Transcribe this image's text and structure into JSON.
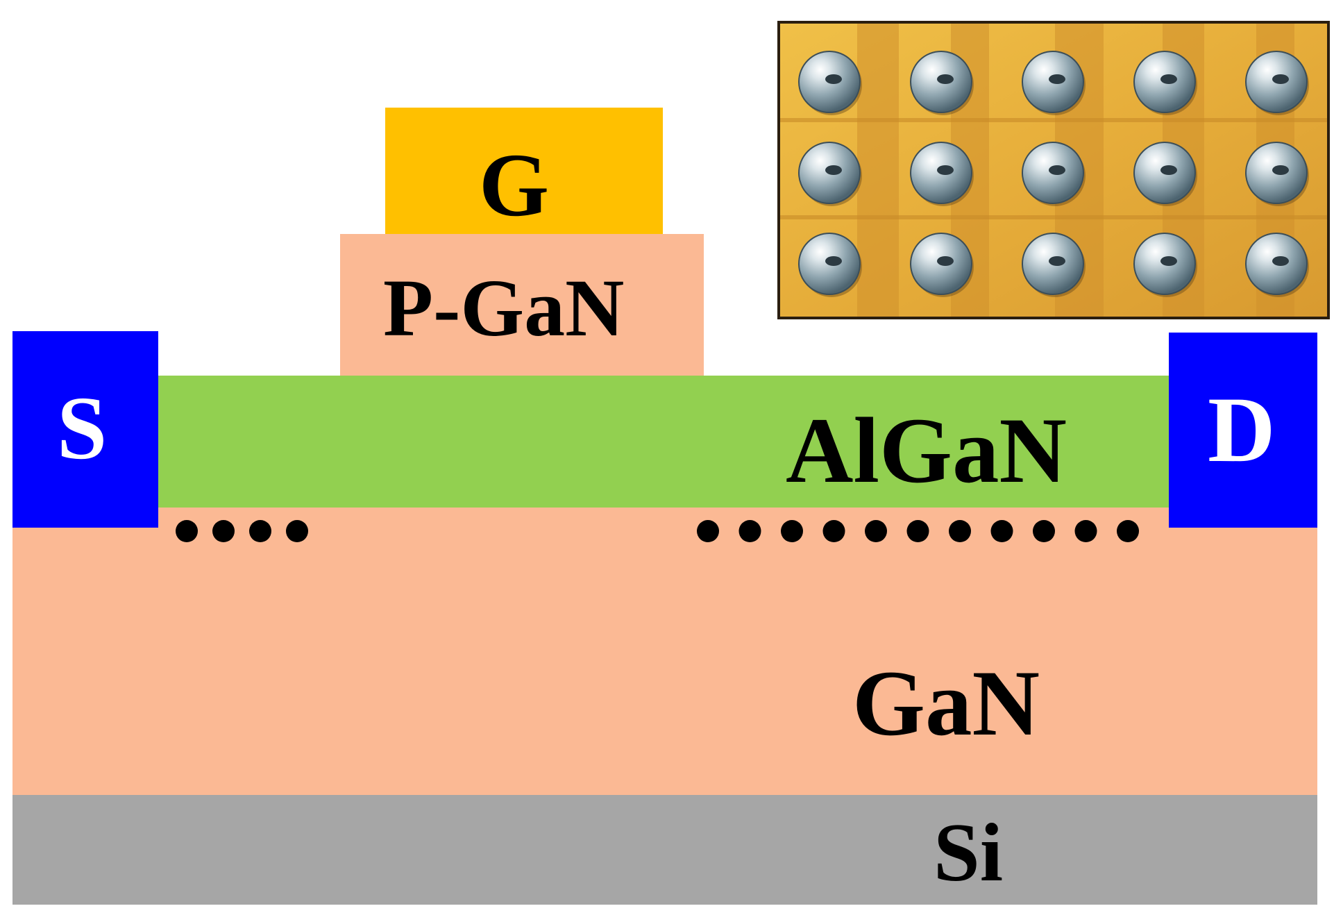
{
  "diagram": {
    "layers": {
      "si": {
        "label": "Si",
        "color": "#a6a6a6"
      },
      "gan": {
        "label": "GaN",
        "color": "#fbb994"
      },
      "algan": {
        "label": "AlGaN",
        "color": "#92d050"
      },
      "pgan": {
        "label": "P-GaN",
        "color": "#fbb994"
      },
      "gate": {
        "label": "G",
        "color": "#ffc000"
      }
    },
    "contacts": {
      "source": {
        "label": "S",
        "color": "#0000ff",
        "text_color": "#ffffff"
      },
      "drain": {
        "label": "D",
        "color": "#0000ff",
        "text_color": "#ffffff"
      }
    },
    "electrons": {
      "left_count": 4,
      "right_count": 11,
      "color": "#000000"
    },
    "inset": {
      "subject": "chip photo with solder bumps",
      "rows": 3,
      "cols": 5,
      "pad_color": "#e2a838",
      "bump_color": "#b8c4cc"
    }
  }
}
